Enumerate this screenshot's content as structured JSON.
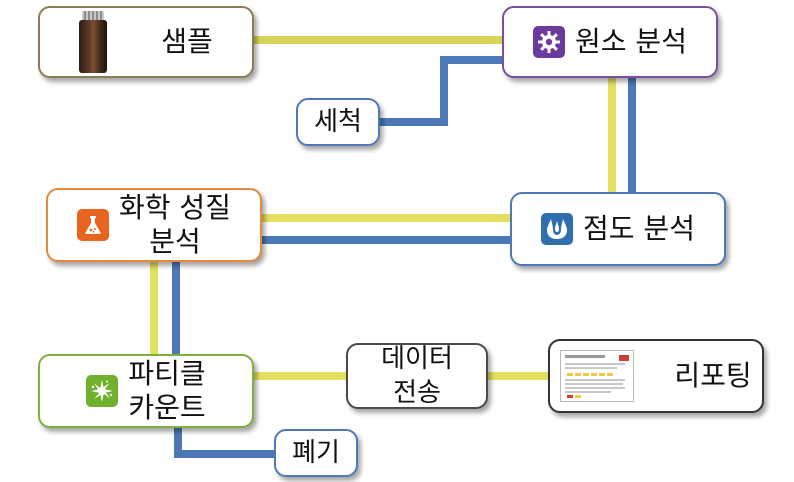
{
  "nodes": {
    "sample": {
      "label": "샘플"
    },
    "element": {
      "label": "원소 분석",
      "icon": "gear-icon",
      "icon_color": "#6b3a9c"
    },
    "clean": {
      "label": "세척"
    },
    "chem": {
      "line1": "화학 성질",
      "line2": "분석",
      "icon": "flask-icon",
      "icon_color": "#e8641f"
    },
    "visc": {
      "label": "점도 분석",
      "icon": "droplets-icon",
      "icon_color": "#2f6fb0"
    },
    "particle": {
      "line1": "파티클",
      "line2": "카운트",
      "icon": "splash-icon",
      "icon_color": "#6fb12c"
    },
    "data": {
      "line1": "데이터",
      "line2": "전송"
    },
    "report": {
      "label": "리포팅",
      "icon": "report-icon"
    },
    "waste": {
      "label": "폐기"
    }
  },
  "colors": {
    "yellow_pipe": "#e9e66a",
    "blue_pipe": "#4d78b8"
  }
}
